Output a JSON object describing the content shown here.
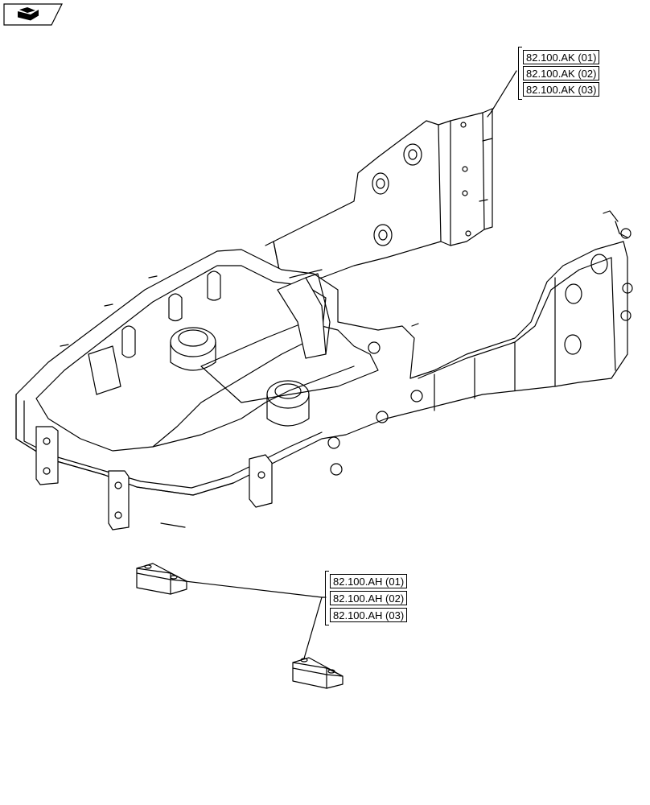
{
  "colors": {
    "line": "#000000",
    "paper": "#ffffff",
    "fill": "#ffffff"
  },
  "nav_icon": "book-arrow-icon",
  "callouts": {
    "rear_bracket": [
      "82.100.AK (01)",
      "82.100.AK (02)",
      "82.100.AK (03)"
    ],
    "pads": [
      "82.100.AH (01)",
      "82.100.AH (02)",
      "82.100.AH (03)"
    ]
  }
}
